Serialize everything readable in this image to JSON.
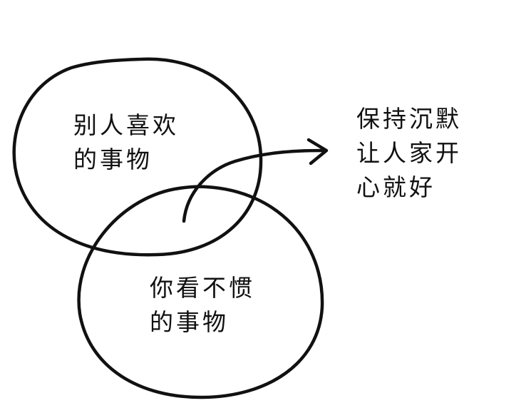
{
  "diagram": {
    "top_circle": {
      "lines": [
        "别人喜欢",
        "的事物"
      ]
    },
    "bottom_circle": {
      "lines": [
        "你看不惯",
        "的事物"
      ]
    },
    "outcome": {
      "lines": [
        "保持沉默",
        "让人家开",
        "心就好"
      ]
    },
    "colors": {
      "ink": "#111111",
      "background": "#ffffff"
    }
  }
}
